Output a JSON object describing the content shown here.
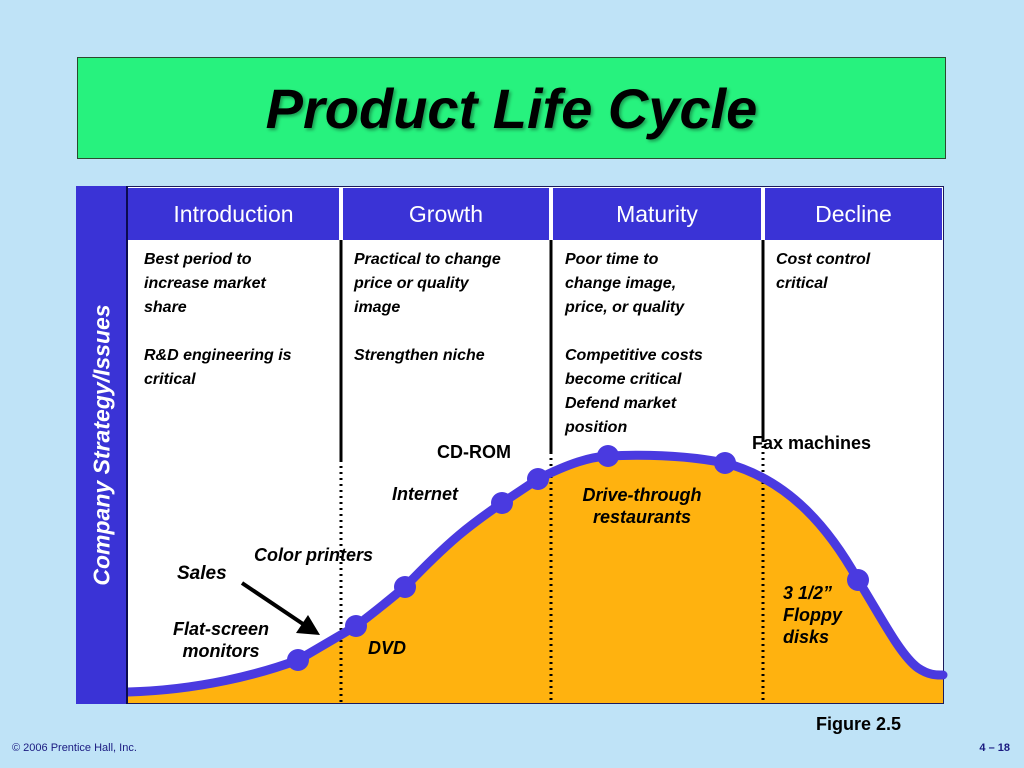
{
  "title": "Product Life Cycle",
  "side_label": "Company Strategy/Issues",
  "stages": [
    {
      "name": "Introduction",
      "notes": "Best period to\nincrease market\nshare\n\nR&D engineering is\ncritical"
    },
    {
      "name": "Growth",
      "notes": "Practical to change\nprice or quality\nimage\n\nStrengthen niche"
    },
    {
      "name": "Maturity",
      "notes": "Poor time to\nchange image,\nprice, or quality\n\nCompetitive costs\nbecome critical\nDefend market\nposition"
    },
    {
      "name": "Decline",
      "notes": "Cost control\ncritical"
    }
  ],
  "curve_label": "Sales",
  "products": {
    "flat_screen": "Flat-screen\nmonitors",
    "color_printers": "Color printers",
    "dvd": "DVD",
    "internet": "Internet",
    "cd_rom": "CD-ROM",
    "drive_through": "Drive-through\nrestaurants",
    "fax": "Fax machines",
    "floppy": "3 1/2”\nFloppy\ndisks"
  },
  "figure_caption": "Figure 2.5",
  "footer": {
    "copyright": "© 2006 Prentice Hall, Inc.",
    "page": "4 – 18"
  },
  "colors": {
    "title_bg": "#27f27e",
    "header_bg": "#3a33d6",
    "curve": "#4a3ae0",
    "fill": "#ffb20f"
  }
}
